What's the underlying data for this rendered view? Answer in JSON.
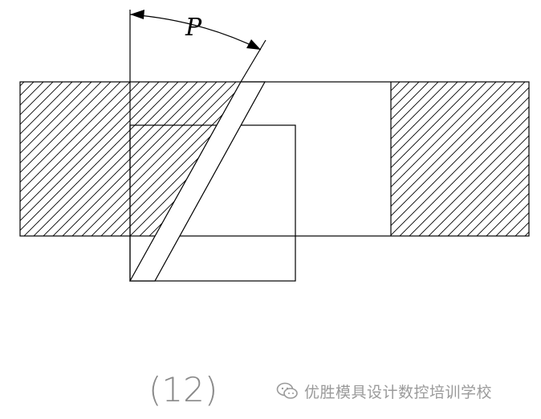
{
  "diagram": {
    "dimension_label": "P",
    "figure_number": "(12)",
    "colors": {
      "line": "#000000",
      "hatch": "#000000",
      "figure_label": "#8a8a8a",
      "watermark": "#9a9a9a"
    }
  },
  "watermark": {
    "icon": "wechat-icon",
    "text": "优胜模具设计数控培训学校"
  }
}
